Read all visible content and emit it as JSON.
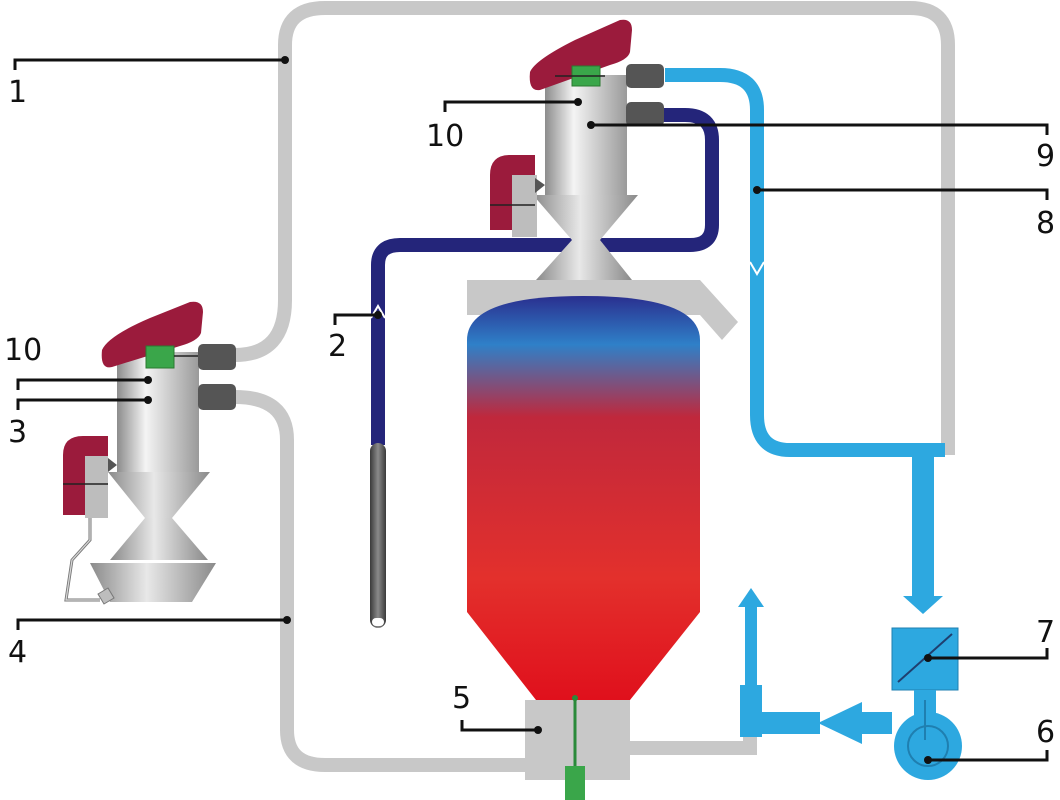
{
  "labels": {
    "l1": "1",
    "l2": "2",
    "l3": "3",
    "l4": "4",
    "l5": "5",
    "l6": "6",
    "l7": "7",
    "l8": "8",
    "l9": "9",
    "l10_top": "10",
    "l10_left": "10"
  },
  "colors": {
    "light_blue": "#2da8e0",
    "dark_blue": "#24257a",
    "grey_pipe": "#c8c8c8",
    "cap_red": "#9b1b3c",
    "filter_green": "#3aa64a",
    "silo_red": "#e0202a"
  }
}
